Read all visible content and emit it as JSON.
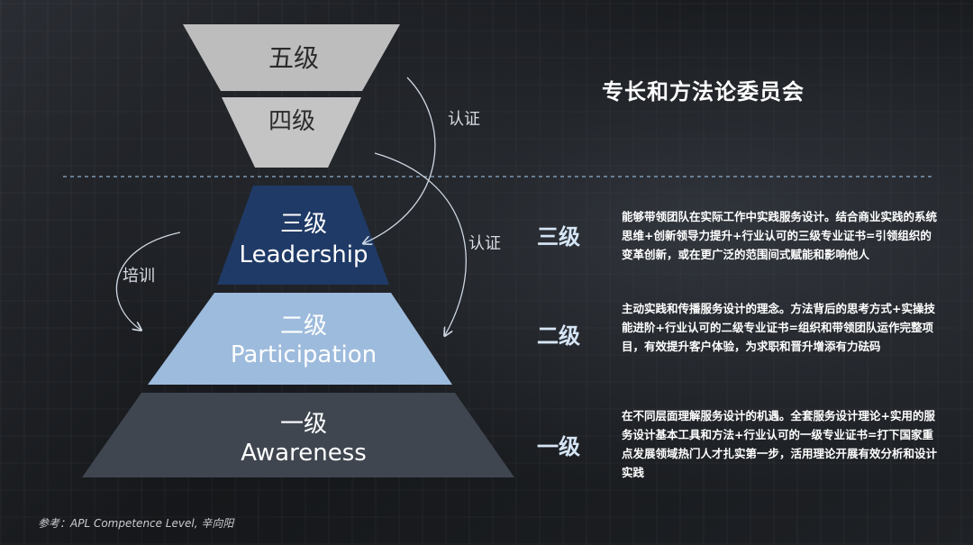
{
  "title": "专长和方法论委员会",
  "pyramid": {
    "level5": "五级",
    "level4": "四级",
    "level3_cn": "三级",
    "level3_en": "Leadership",
    "level2_cn": "二级",
    "level2_en": "Participation",
    "level1_cn": "一级",
    "level1_en": "Awareness"
  },
  "arrows": {
    "certify_top": "认证",
    "certify_mid": "认证",
    "train": "培训"
  },
  "levels": [
    {
      "label": "三级",
      "desc": "能够带领团队在实际工作中实践服务设计。结合商业实践的系统思维+创新领导力提升+行业认可的三级专业证书=引领组织的变革创新，或在更广泛的范围间式赋能和影响他人"
    },
    {
      "label": "二级",
      "desc": "主动实践和传播服务设计的理念。方法背后的思考方式+实操技能进阶+行业认可的二级专业证书=组织和带领团队运作完整项目，有效提升客户体验，为求职和晋升增添有力砝码"
    },
    {
      "label": "一级",
      "desc": "在不同层面理解服务设计的机遇。全套服务设计理论+实用的服务设计基本工具和方法+行业认可的一级专业证书=打下国家重点发展领域热门人才扎实第一步，活用理论开展有效分析和设计实践"
    }
  ],
  "reference": "参考：APL Competence Level,  辛向阳",
  "colors": {
    "level5": "#bdbdbd",
    "level4": "#c4c4c4",
    "level3": "#1f3a66",
    "level2": "#9dbbdc",
    "level1": "#3f4650",
    "accent": "#d6e6f6"
  }
}
